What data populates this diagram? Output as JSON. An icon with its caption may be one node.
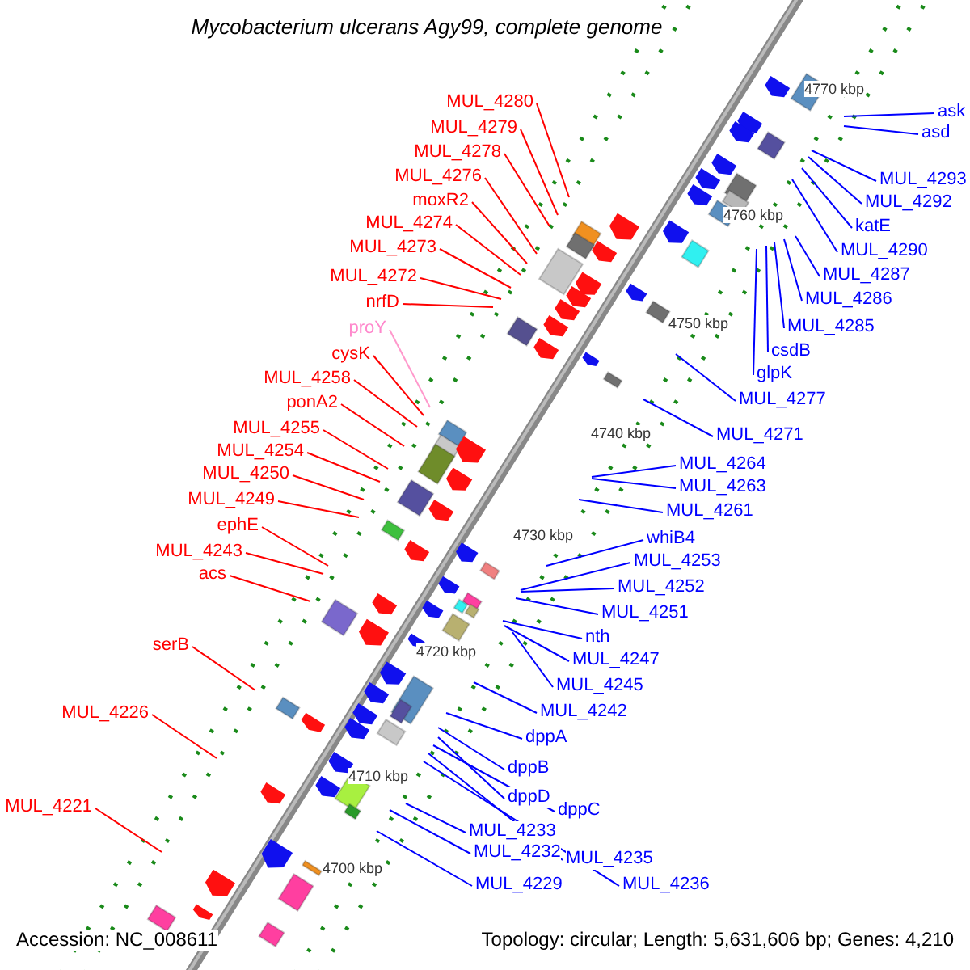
{
  "diagram": {
    "title": "Mycobacterium ulcerans Agy99, complete genome",
    "nodes": [
      {
        "text": [
          "MUL_4280"
        ]
      },
      {
        "text": [
          "MUL_4279"
        ]
      },
      {
        "text": [
          "MUL_4278"
        ]
      },
      {
        "text": [
          "MUL_4276"
        ]
      },
      {
        "text": [
          "moxR2"
        ]
      },
      {
        "text": [
          "MUL_4274"
        ]
      },
      {
        "text": [
          "MUL_4273"
        ]
      },
      {
        "text": [
          "MUL_4272"
        ]
      },
      {
        "text": [
          "nrfD"
        ]
      },
      {
        "text": [
          "proY"
        ]
      },
      {
        "text": [
          "cysK"
        ]
      },
      {
        "text": [
          "MUL_4258"
        ]
      },
      {
        "text": [
          "ponA2"
        ]
      },
      {
        "text": [
          "MUL_4255"
        ]
      },
      {
        "text": [
          "MUL_4254"
        ]
      },
      {
        "text": [
          "MUL_4250"
        ]
      },
      {
        "text": [
          "MUL_4249"
        ]
      },
      {
        "text": [
          "ephE"
        ]
      },
      {
        "text": [
          "MUL_4243"
        ]
      },
      {
        "text": [
          "acs"
        ]
      },
      {
        "text": [
          "serB"
        ]
      },
      {
        "text": [
          "MUL_4226"
        ]
      },
      {
        "text": [
          "MUL_4221"
        ]
      },
      {
        "text": [
          "ask"
        ]
      },
      {
        "text": [
          "asd"
        ]
      },
      {
        "text": [
          "MUL_4293"
        ]
      },
      {
        "text": [
          "MUL_4292"
        ]
      },
      {
        "text": [
          "katE"
        ]
      },
      {
        "text": [
          "MUL_4290"
        ]
      },
      {
        "text": [
          "MUL_4287"
        ]
      },
      {
        "text": [
          "MUL_4286"
        ]
      },
      {
        "text": [
          "MUL_4285"
        ]
      },
      {
        "text": [
          "csdB"
        ]
      },
      {
        "text": [
          "glpK"
        ]
      },
      {
        "text": [
          "MUL_4277"
        ]
      },
      {
        "text": [
          "MUL_4271"
        ]
      },
      {
        "text": [
          "MUL_4264"
        ]
      },
      {
        "text": [
          "MUL_4263"
        ]
      },
      {
        "text": [
          "MUL_4261"
        ]
      },
      {
        "text": [
          "whiB4"
        ]
      },
      {
        "text": [
          "MUL_4253"
        ]
      },
      {
        "text": [
          "MUL_4252"
        ]
      },
      {
        "text": [
          "MUL_4251"
        ]
      },
      {
        "text": [
          "nth"
        ]
      },
      {
        "text": [
          "MUL_4247"
        ]
      },
      {
        "text": [
          "MUL_4245"
        ]
      },
      {
        "text": [
          "MUL_4242"
        ]
      },
      {
        "text": [
          "dppA"
        ]
      },
      {
        "text": [
          "dppB"
        ]
      },
      {
        "text": [
          "dppD"
        ]
      },
      {
        "text": [
          "dppC"
        ]
      },
      {
        "text": [
          "MUL_4233"
        ]
      },
      {
        "text": [
          "MUL_4232"
        ]
      },
      {
        "text": [
          "MUL_4235"
        ]
      },
      {
        "text": [
          "MUL_4236"
        ]
      },
      {
        "text": [
          "MUL_4229"
        ]
      }
    ],
    "edges": [
      {
        "from": 0,
        "to": null,
        "arrow": "none",
        "color": "#ff0000"
      },
      {
        "from": 1,
        "to": null,
        "arrow": "none",
        "color": "#ff0000"
      },
      {
        "from": 2,
        "to": null,
        "arrow": "none",
        "color": "#ff0000"
      },
      {
        "from": 3,
        "to": null,
        "arrow": "none",
        "color": "#ff0000"
      },
      {
        "from": 4,
        "to": null,
        "arrow": "none",
        "color": "#ff0000"
      },
      {
        "from": 5,
        "to": null,
        "arrow": "none",
        "color": "#ff0000"
      },
      {
        "from": 6,
        "to": null,
        "arrow": "none",
        "color": "#ff0000"
      },
      {
        "from": 7,
        "to": null,
        "arrow": "none",
        "color": "#ff0000"
      },
      {
        "from": 8,
        "to": null,
        "arrow": "none",
        "color": "#ff0000"
      },
      {
        "from": 9,
        "to": null,
        "arrow": "none",
        "color": "#ff99cc"
      },
      {
        "from": 10,
        "to": null,
        "arrow": "none",
        "color": "#ff0000"
      },
      {
        "from": 11,
        "to": null,
        "arrow": "none",
        "color": "#ff0000"
      },
      {
        "from": 12,
        "to": null,
        "arrow": "none",
        "color": "#ff0000"
      },
      {
        "from": 13,
        "to": null,
        "arrow": "none",
        "color": "#ff0000"
      },
      {
        "from": 14,
        "to": null,
        "arrow": "none",
        "color": "#ff0000"
      },
      {
        "from": 15,
        "to": null,
        "arrow": "none",
        "color": "#ff0000"
      },
      {
        "from": 16,
        "to": null,
        "arrow": "none",
        "color": "#ff0000"
      },
      {
        "from": 17,
        "to": null,
        "arrow": "none",
        "color": "#ff0000"
      },
      {
        "from": 18,
        "to": null,
        "arrow": "none",
        "color": "#ff0000"
      },
      {
        "from": 19,
        "to": null,
        "arrow": "none",
        "color": "#ff0000"
      },
      {
        "from": 20,
        "to": null,
        "arrow": "none",
        "color": "#ff0000"
      },
      {
        "from": 21,
        "to": null,
        "arrow": "none",
        "color": "#ff0000"
      },
      {
        "from": 22,
        "to": null,
        "arrow": "none",
        "color": "#ff0000"
      },
      {
        "from": 23,
        "to": null,
        "arrow": "none"
      },
      {
        "from": 24,
        "to": null,
        "arrow": "none"
      },
      {
        "from": 25,
        "to": null,
        "arrow": "none"
      },
      {
        "from": 26,
        "to": null,
        "arrow": "none"
      },
      {
        "from": 27,
        "to": null,
        "arrow": "none"
      },
      {
        "from": 28,
        "to": null,
        "arrow": "none"
      },
      {
        "from": 29,
        "to": null,
        "arrow": "none"
      },
      {
        "from": 30,
        "to": null,
        "arrow": "none"
      },
      {
        "from": 31,
        "to": null,
        "arrow": "none"
      },
      {
        "from": 32,
        "to": null,
        "arrow": "none"
      },
      {
        "from": 33,
        "to": null,
        "arrow": "none"
      },
      {
        "from": 34,
        "to": null,
        "arrow": "none"
      },
      {
        "from": 35,
        "to": null,
        "arrow": "none"
      },
      {
        "from": 36,
        "to": null,
        "arrow": "none"
      },
      {
        "from": 37,
        "to": null,
        "arrow": "none"
      },
      {
        "from": 38,
        "to": null,
        "arrow": "none"
      },
      {
        "from": 39,
        "to": null,
        "arrow": "none"
      },
      {
        "from": 40,
        "to": null,
        "arrow": "none"
      },
      {
        "from": 41,
        "to": null,
        "arrow": "none"
      },
      {
        "from": 42,
        "to": null,
        "arrow": "none"
      },
      {
        "from": 43,
        "to": null,
        "arrow": "none"
      },
      {
        "from": 44,
        "to": null,
        "arrow": "none"
      },
      {
        "from": 45,
        "to": null,
        "arrow": "none"
      },
      {
        "from": 46,
        "to": null,
        "arrow": "none"
      },
      {
        "from": 47,
        "to": null,
        "arrow": "none"
      },
      {
        "from": 48,
        "to": null,
        "arrow": "none"
      },
      {
        "from": 49,
        "to": null,
        "arrow": "none"
      },
      {
        "from": 50,
        "to": null,
        "arrow": "none"
      },
      {
        "from": 51,
        "to": null,
        "arrow": "none"
      },
      {
        "from": 52,
        "to": null,
        "arrow": "none"
      },
      {
        "from": 53,
        "to": null,
        "arrow": "none"
      },
      {
        "from": 54,
        "to": null,
        "arrow": "none"
      },
      {
        "from": 55,
        "to": null,
        "arrow": "none"
      }
    ],
    "labels": [
      "4770 kbp",
      "4760 kbp",
      "4750 kbp",
      "4740 kbp",
      "4730 kbp",
      "4720 kbp",
      "4710 kbp",
      "4700 kbp",
      "Accession: NC_008611",
      "Topology: circular; Length: 5,631,606 bp; Genes: 4,210"
    ]
  }
}
